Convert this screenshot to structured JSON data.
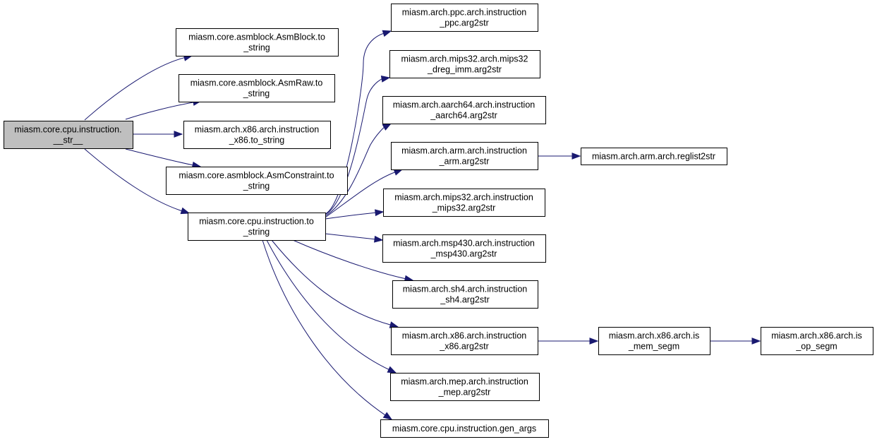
{
  "graph": {
    "nodes": [
      {
        "id": "root",
        "lines": [
          "miasm.core.cpu.instruction.",
          "__str__"
        ]
      },
      {
        "id": "asmblock_tostring",
        "lines": [
          "miasm.core.asmblock.AsmBlock.to",
          "_string"
        ]
      },
      {
        "id": "asmraw_tostring",
        "lines": [
          "miasm.core.asmblock.AsmRaw.to",
          "_string"
        ]
      },
      {
        "id": "x86_tostring",
        "lines": [
          "miasm.arch.x86.arch.instruction",
          "_x86.to_string"
        ]
      },
      {
        "id": "asmconstraint_tostring",
        "lines": [
          "miasm.core.asmblock.AsmConstraint.to",
          "_string"
        ]
      },
      {
        "id": "cpu_tostring",
        "lines": [
          "miasm.core.cpu.instruction.to",
          "_string"
        ]
      },
      {
        "id": "ppc_arg2str",
        "lines": [
          "miasm.arch.ppc.arch.instruction",
          "_ppc.arg2str"
        ]
      },
      {
        "id": "mips32_dreg",
        "lines": [
          "miasm.arch.mips32.arch.mips32",
          "_dreg_imm.arg2str"
        ]
      },
      {
        "id": "aarch64_arg2str",
        "lines": [
          "miasm.arch.aarch64.arch.instruction",
          "_aarch64.arg2str"
        ]
      },
      {
        "id": "arm_arg2str",
        "lines": [
          "miasm.arch.arm.arch.instruction",
          "_arm.arg2str"
        ]
      },
      {
        "id": "reglist2str",
        "lines": [
          "miasm.arch.arm.arch.reglist2str"
        ]
      },
      {
        "id": "mips32_arg2str",
        "lines": [
          "miasm.arch.mips32.arch.instruction",
          "_mips32.arg2str"
        ]
      },
      {
        "id": "msp430_arg2str",
        "lines": [
          "miasm.arch.msp430.arch.instruction",
          "_msp430.arg2str"
        ]
      },
      {
        "id": "sh4_arg2str",
        "lines": [
          "miasm.arch.sh4.arch.instruction",
          "_sh4.arg2str"
        ]
      },
      {
        "id": "x86_arg2str",
        "lines": [
          "miasm.arch.x86.arch.instruction",
          "_x86.arg2str"
        ]
      },
      {
        "id": "is_mem_segm",
        "lines": [
          "miasm.arch.x86.arch.is",
          "_mem_segm"
        ]
      },
      {
        "id": "is_op_segm",
        "lines": [
          "miasm.arch.x86.arch.is",
          "_op_segm"
        ]
      },
      {
        "id": "mep_arg2str",
        "lines": [
          "miasm.arch.mep.arch.instruction",
          "_mep.arg2str"
        ]
      },
      {
        "id": "gen_args",
        "lines": [
          "miasm.core.cpu.instruction.gen_args"
        ]
      }
    ],
    "edges": [
      [
        "root",
        "asmblock_tostring"
      ],
      [
        "root",
        "asmraw_tostring"
      ],
      [
        "root",
        "x86_tostring"
      ],
      [
        "root",
        "asmconstraint_tostring"
      ],
      [
        "root",
        "cpu_tostring"
      ],
      [
        "cpu_tostring",
        "ppc_arg2str"
      ],
      [
        "cpu_tostring",
        "mips32_dreg"
      ],
      [
        "cpu_tostring",
        "aarch64_arg2str"
      ],
      [
        "cpu_tostring",
        "arm_arg2str"
      ],
      [
        "cpu_tostring",
        "mips32_arg2str"
      ],
      [
        "cpu_tostring",
        "msp430_arg2str"
      ],
      [
        "cpu_tostring",
        "sh4_arg2str"
      ],
      [
        "cpu_tostring",
        "x86_arg2str"
      ],
      [
        "cpu_tostring",
        "mep_arg2str"
      ],
      [
        "cpu_tostring",
        "gen_args"
      ],
      [
        "arm_arg2str",
        "reglist2str"
      ],
      [
        "x86_arg2str",
        "is_mem_segm"
      ],
      [
        "is_mem_segm",
        "is_op_segm"
      ]
    ],
    "colors": {
      "edge": "#191970",
      "root_fill": "#bfbfbf",
      "node_fill": "#ffffff",
      "border": "#000000"
    }
  }
}
